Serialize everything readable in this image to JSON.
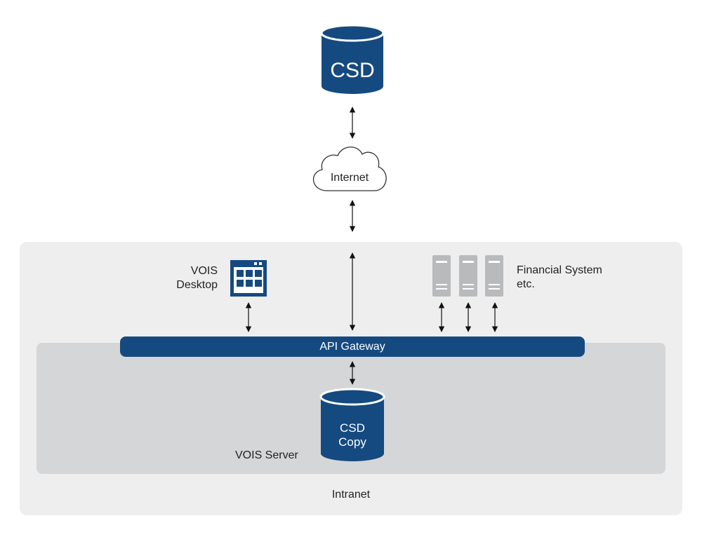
{
  "nodes": {
    "csd": "CSD",
    "internet": "Internet",
    "vois_desktop_line1": "VOIS",
    "vois_desktop_line2": "Desktop",
    "financial_line1": "Financial System",
    "financial_line2": "etc.",
    "api_gateway": "API Gateway",
    "csd_copy_line1": "CSD",
    "csd_copy_line2": "Copy",
    "vois_server": "VOIS Server",
    "intranet": "Intranet"
  },
  "colors": {
    "primary": "#154a80",
    "server_gray": "#b9babc",
    "zone_intranet": "#eeeeee",
    "zone_server": "#d5d6d8"
  },
  "icons": [
    "database-icon",
    "cloud-icon",
    "app-window-icon",
    "server-rack-icon",
    "bidirectional-arrow-icon"
  ]
}
